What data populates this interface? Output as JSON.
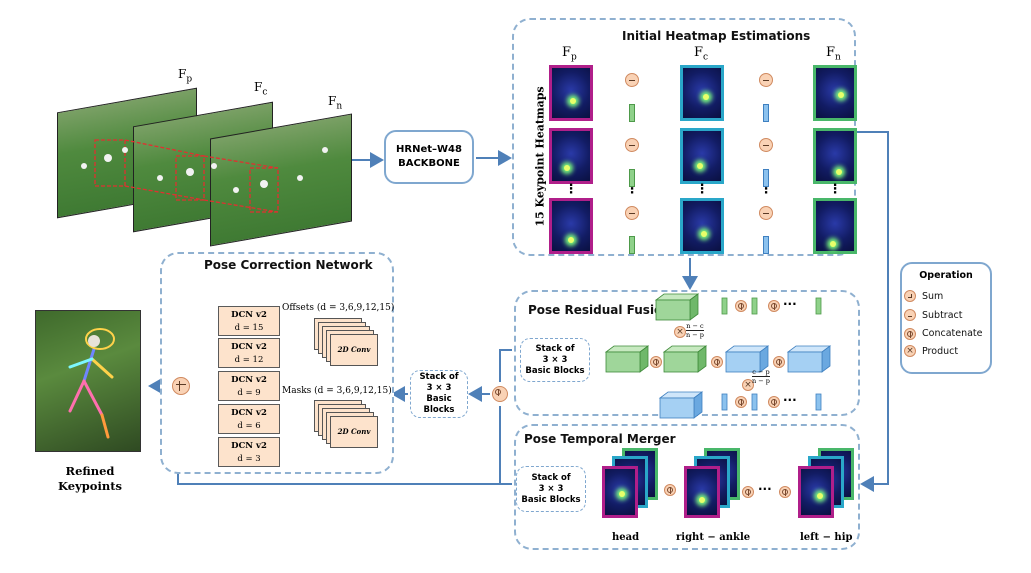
{
  "frames": {
    "p": "F",
    "p_sub": "p",
    "c": "F",
    "c_sub": "c",
    "n": "F",
    "n_sub": "n"
  },
  "backbone": {
    "line1": "HRNet–W48",
    "line2": "BACKBONE"
  },
  "initial_heatmap": {
    "title": "Initial Heatmap Estimations",
    "side_label": "15 Keypoint Heatmaps",
    "cols": [
      {
        "main": "F",
        "sub": "p"
      },
      {
        "main": "F",
        "sub": "c"
      },
      {
        "main": "F",
        "sub": "n"
      }
    ],
    "ellipsis": "⋮"
  },
  "legend": {
    "title": "Operation",
    "items": [
      {
        "op": "sum",
        "label": "Sum"
      },
      {
        "op": "subtract",
        "label": "Subtract"
      },
      {
        "op": "concatenate",
        "label": "Concatenate"
      },
      {
        "op": "product",
        "label": "Product"
      }
    ]
  },
  "pose_residual": {
    "title": "Pose Residual Fusion",
    "stack": {
      "line1": "Stack of",
      "line2": "3 × 3",
      "line3": "Basic Blocks"
    },
    "frac1": {
      "num": "n − c",
      "den": "n − p"
    },
    "frac2": {
      "num": "c − p",
      "den": "n − p"
    },
    "dots": "···"
  },
  "pose_temporal": {
    "title": "Pose Temporal Merger",
    "stack": {
      "line1": "Stack of",
      "line2": "3 × 3",
      "line3": "Basic Blocks"
    },
    "labels": [
      "head",
      "right − ankle",
      "left − hip"
    ],
    "dots": "···"
  },
  "middle_stack": {
    "line1": "Stack of",
    "line2": "3 × 3",
    "line3": "Basic Blocks"
  },
  "pose_correction": {
    "title": "Pose Correction Network",
    "dcn": [
      {
        "name": "DCN v2",
        "d": "d = 15"
      },
      {
        "name": "DCN v2",
        "d": "d = 12"
      },
      {
        "name": "DCN v2",
        "d": "d = 9"
      },
      {
        "name": "DCN v2",
        "d": "d = 6"
      },
      {
        "name": "DCN v2",
        "d": "d = 3"
      }
    ],
    "offsets_label": "Offsets (d = 3,6,9,12,15)",
    "masks_label": "Masks (d = 3,6,9,12,15)",
    "conv_label": "2D Conv"
  },
  "output": {
    "line1": "Refined",
    "line2": "Keypoints"
  }
}
